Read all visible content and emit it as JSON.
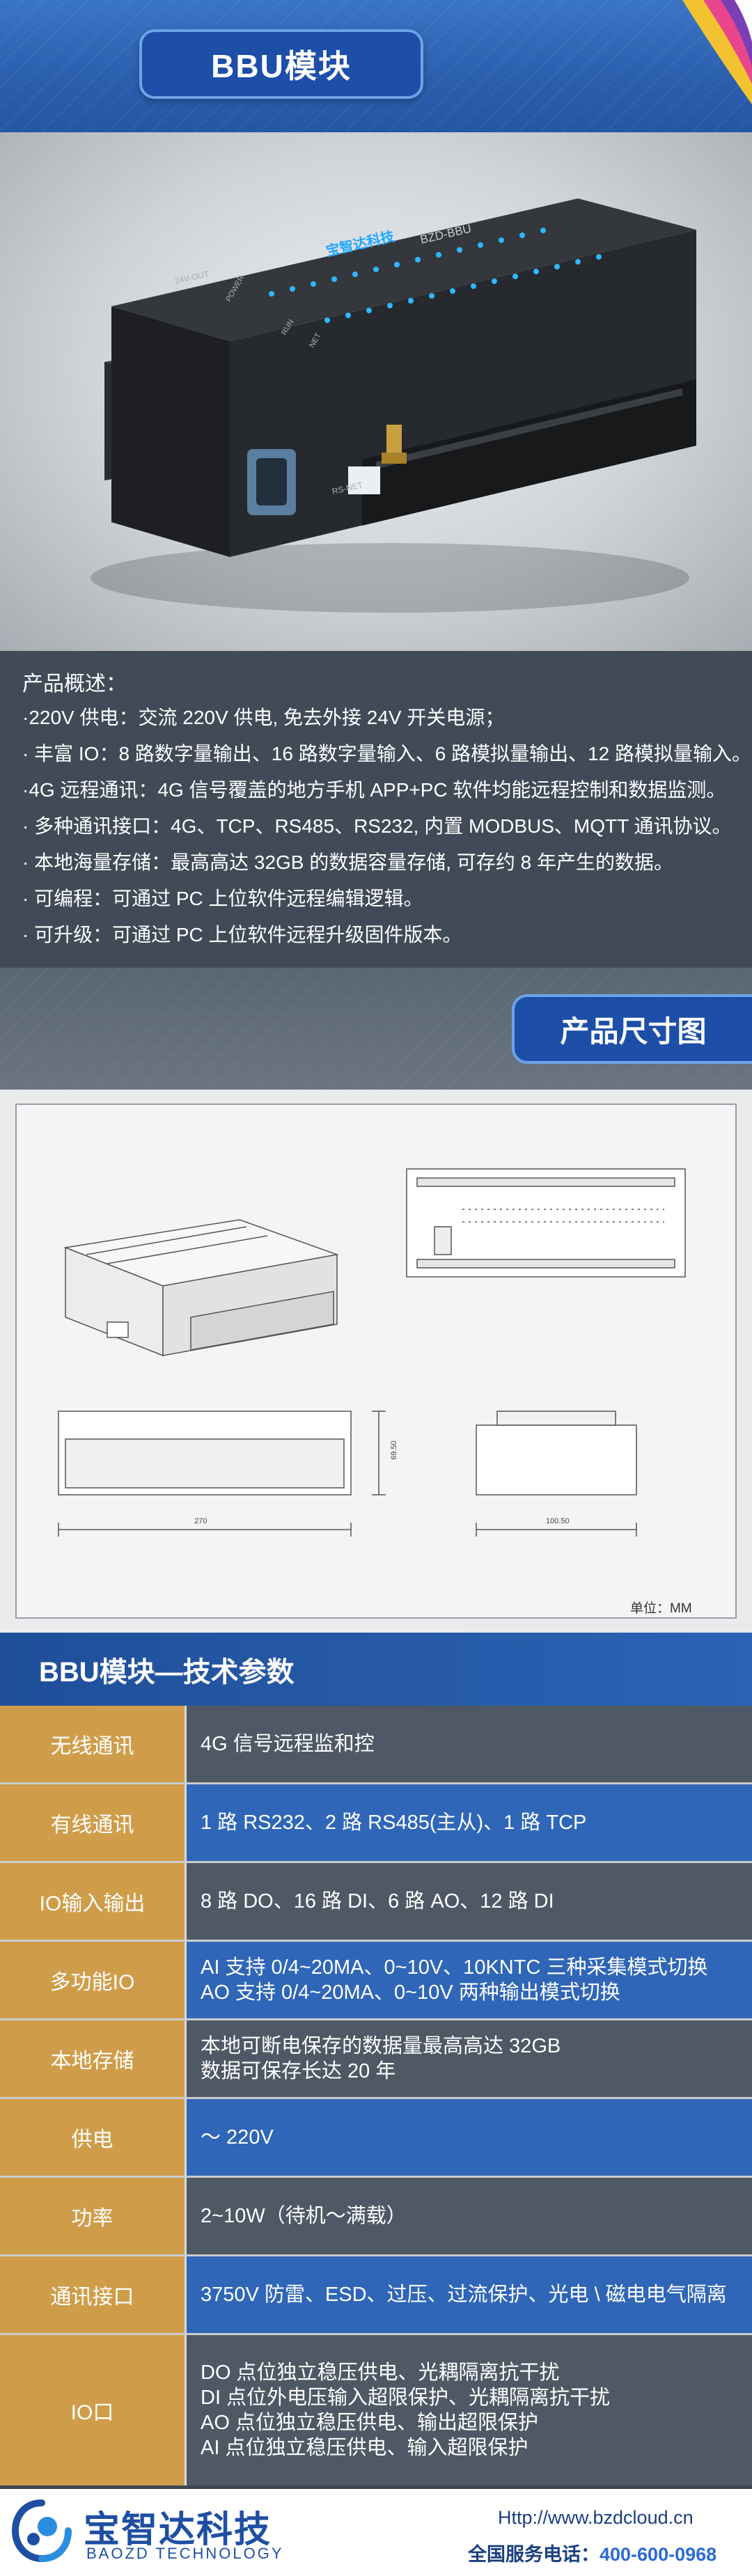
{
  "header": {
    "title": "BBU模块"
  },
  "photo": {
    "model_label": "BZD-BBU",
    "brand_label": "宝智达科技",
    "port_labels": [
      "RS-NET",
      "24V-OUT",
      "POWER",
      "RUN",
      "NET"
    ]
  },
  "overview": {
    "title": "产品概述：",
    "lines": [
      "·220V 供电：交流 220V 供电, 免去外接 24V 开关电源；",
      "· 丰富 IO：8 路数字量输出、16 路数字量输入、6 路模拟量输出、12 路模拟量输入。",
      "·4G 远程通讯：4G 信号覆盖的地方手机 APP+PC 软件均能远程控制和数据监测。",
      "· 多种通讯接口：4G、TCP、RS485、RS232, 内置 MODBUS、MQTT 通讯协议。",
      "· 本地海量存储：最高高达 32GB 的数据容量存储, 可存约 8 年产生的数据。",
      "· 可编程：可通过 PC 上位软件远程编辑逻辑。",
      "· 可升级：可通过 PC 上位软件远程升级固件版本。"
    ]
  },
  "dimension": {
    "title": "产品尺寸图",
    "unit": "单位：MM",
    "dim_width": "270",
    "dim_height": "69.50",
    "dim_depth": "100.50"
  },
  "spec": {
    "title": "BBU模块—技术参数",
    "rows": [
      {
        "label": "无线通讯",
        "lines": [
          "4G 信号远程监和控"
        ]
      },
      {
        "label": "有线通讯",
        "lines": [
          "1 路 RS232、2 路 RS485(主从)、1 路 TCP"
        ]
      },
      {
        "label": "IO输入输出",
        "lines": [
          "8 路 DO、16 路 DI、6 路 AO、12 路 DI"
        ]
      },
      {
        "label": "多功能IO",
        "lines": [
          "AI 支持 0/4~20MA、0~10V、10KNTC 三种采集模式切换",
          "AO 支持 0/4~20MA、0~10V 两种输出模式切换"
        ]
      },
      {
        "label": "本地存储",
        "lines": [
          "本地可断电保存的数据量最高高达 32GB",
          "数据可保存长达 20 年"
        ]
      },
      {
        "label": "供电",
        "lines": [
          "～ 220V"
        ]
      },
      {
        "label": "功率",
        "lines": [
          "2~10W（待机～满载）"
        ]
      },
      {
        "label": "通讯接口",
        "lines": [
          "3750V 防雷、ESD、过压、过流保护、光电 \\ 磁电电气隔离"
        ]
      },
      {
        "label": "IO口",
        "lines": [
          "DO 点位独立稳压供电、光耦隔离抗干扰",
          "DI 点位外电压输入超限保护、光耦隔离抗干扰",
          "AO 点位独立稳压供电、输出超限保护",
          "AI 点位独立稳压供电、输入超限保护"
        ]
      }
    ]
  },
  "footer": {
    "brand_cn": "宝智达科技",
    "brand_en": "BAOZD TECHNOLOGY",
    "url": "Http://www.bzdcloud.cn",
    "tel_label": "全国服务电话：",
    "tel_number": "400-600-0968"
  }
}
